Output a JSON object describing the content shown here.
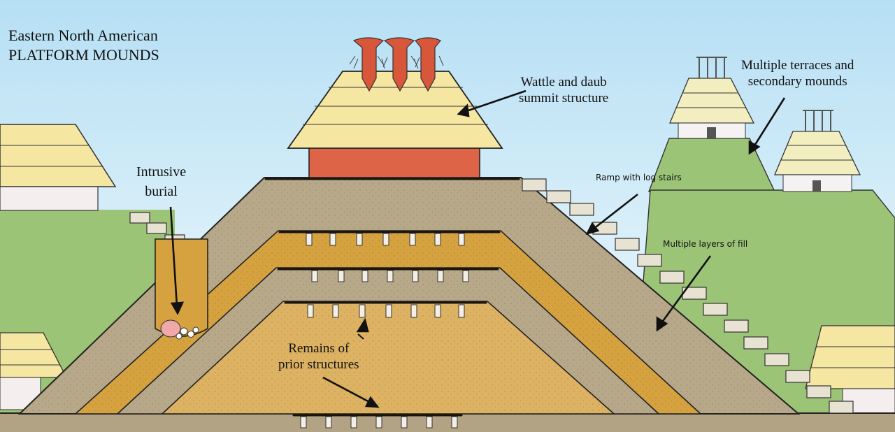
{
  "title": {
    "line1": "Eastern North American",
    "line2": "PLATFORM MOUNDS"
  },
  "labels": {
    "wattle_line1": "Wattle and daub",
    "wattle_line2": "summit structure",
    "terraces_line1": "Multiple terraces and",
    "terraces_line2": "secondary mounds",
    "ramp": "Ramp with log stairs",
    "fill": "Multiple layers of fill",
    "intrusive_line1": "Intrusive",
    "intrusive_line2": "burial",
    "remains_line1": "Remains of",
    "remains_line2": "prior structures"
  },
  "colors": {
    "sky_top": "#b9e1f5",
    "grass": "#9cc477",
    "fill_gray": "#b8a88a",
    "fill_orange": "#d5a23f",
    "core_tan": "#ddb262",
    "roof_thatch": "#f5e6a2",
    "wall_red": "#de6448",
    "ground": "#b2a385"
  }
}
